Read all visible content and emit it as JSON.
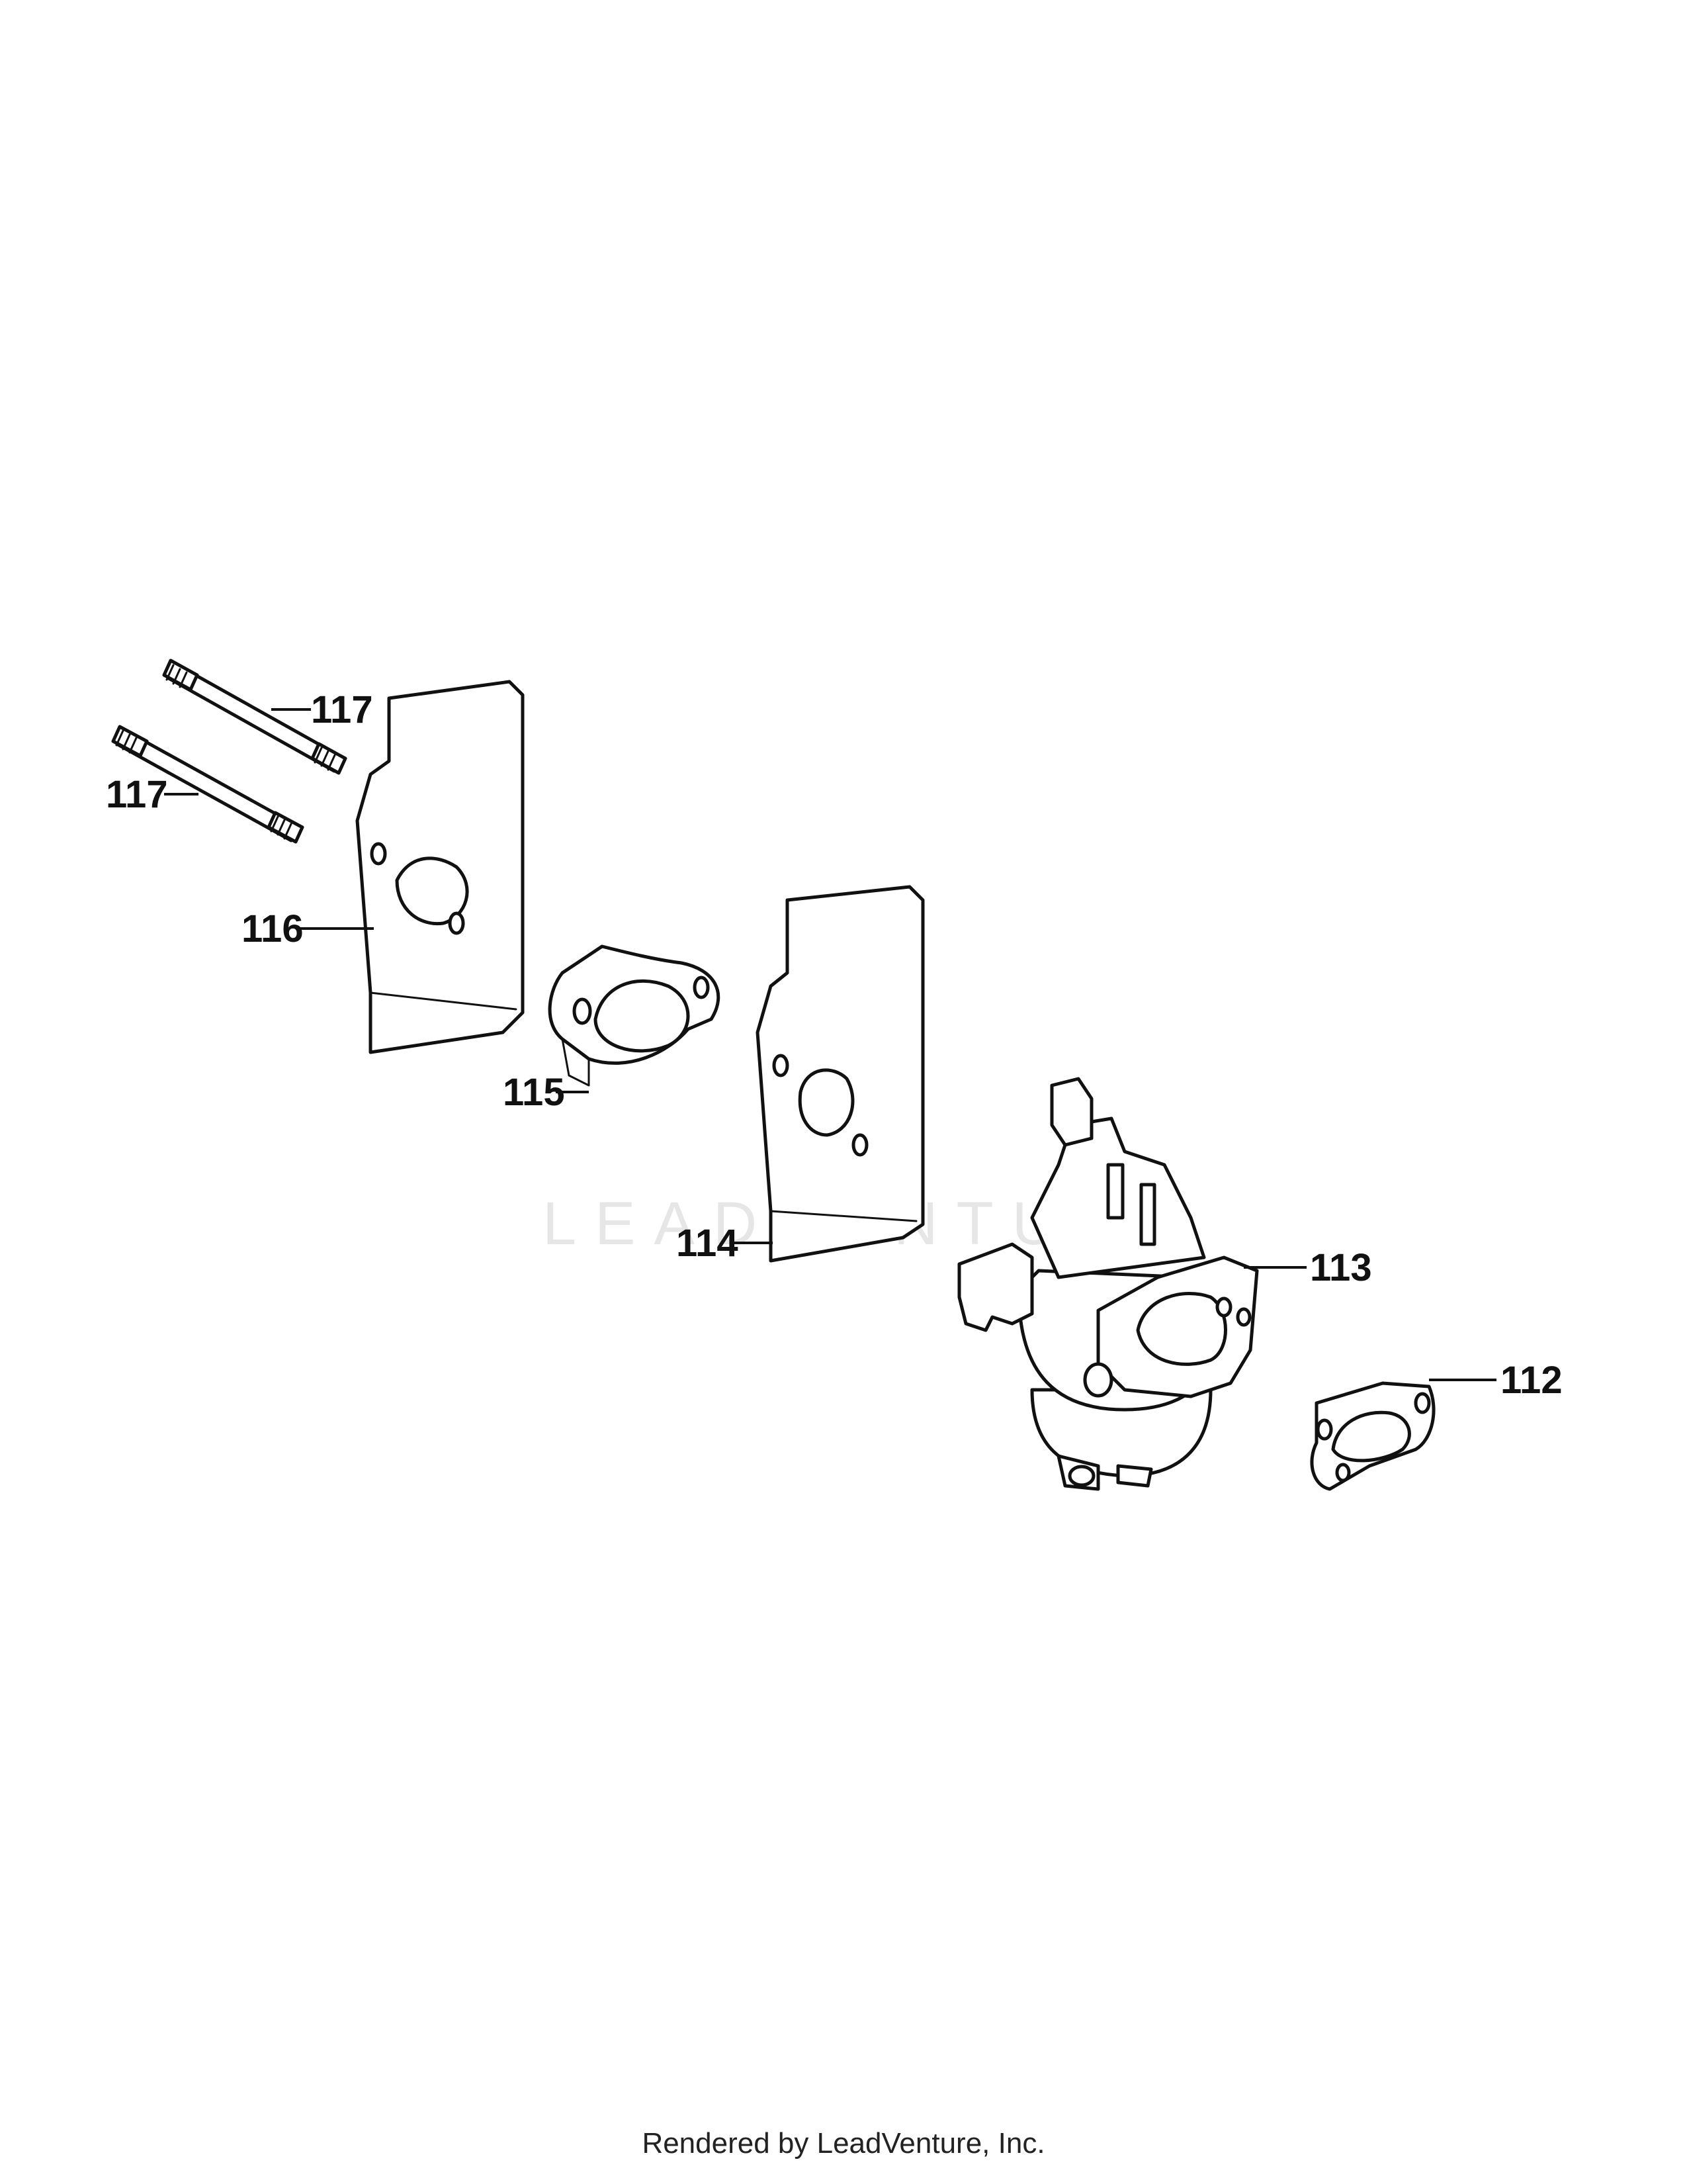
{
  "diagram": {
    "callouts": {
      "c117a": "117",
      "c117b": "117",
      "c116": "116",
      "c115": "115",
      "c114": "114",
      "c113": "113",
      "c112": "112"
    },
    "watermark": "LEADVENTURE"
  },
  "footer": {
    "text": "Rendered by LeadVenture, Inc."
  }
}
